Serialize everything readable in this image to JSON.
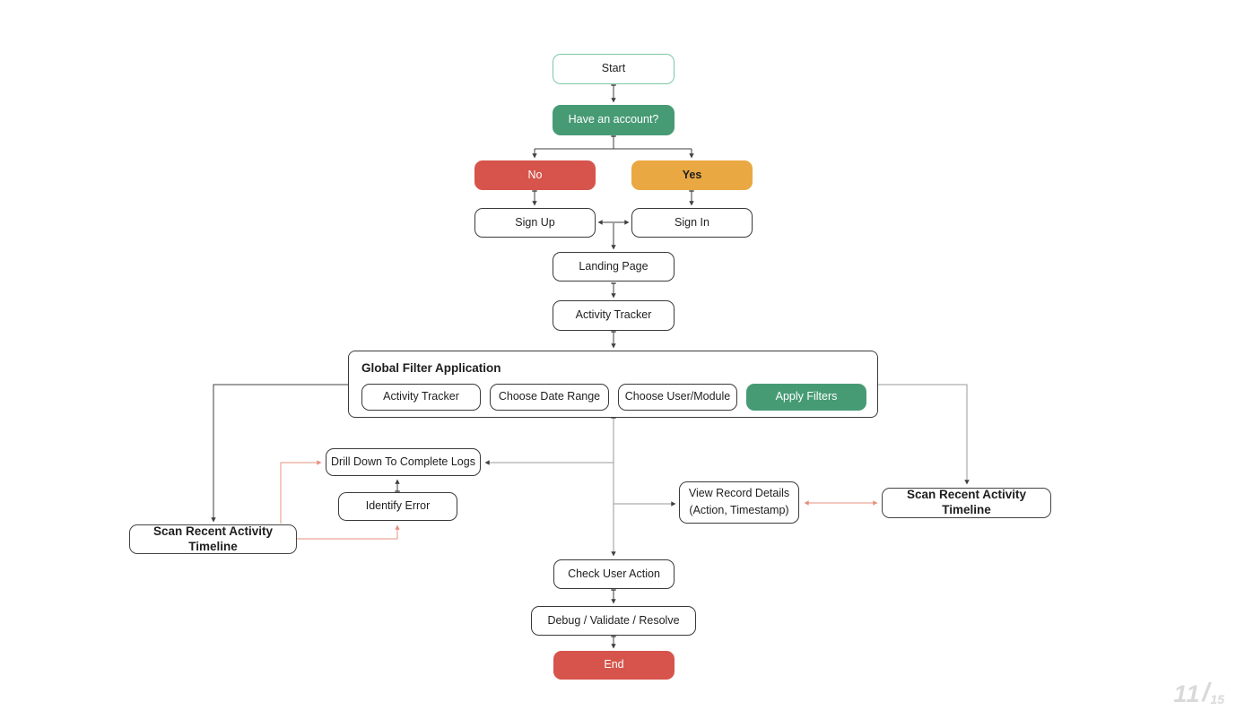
{
  "page_indicator": {
    "current": "11",
    "separator": "/",
    "total": "15"
  },
  "colors": {
    "green": "#479b74",
    "red": "#d6544b",
    "orange": "#eaa842",
    "start_border": "#7fc7a6",
    "line": "#3f3f3f",
    "line_light": "#9a9a9a",
    "line_red": "#e5917f",
    "page_number": "#d9d9d9",
    "text_dark": "#1e1e1e"
  },
  "nodes": {
    "start": {
      "label": "Start"
    },
    "have_account": {
      "label": "Have an account?"
    },
    "no": {
      "label": "No"
    },
    "yes": {
      "label": "Yes"
    },
    "sign_up": {
      "label": "Sign Up"
    },
    "sign_in": {
      "label": "Sign In"
    },
    "landing_page": {
      "label": "Landing Page"
    },
    "activity_tracker": {
      "label": "Activity Tracker"
    },
    "global_filter": {
      "title": "Global Filter Application",
      "steps": [
        {
          "label": "Activity Tracker"
        },
        {
          "label": "Choose Date Range"
        },
        {
          "label": "Choose User/Module"
        },
        {
          "label": "Apply Filters"
        }
      ]
    },
    "drill_down": {
      "label": "Drill Down To Complete Logs"
    },
    "identify_error": {
      "label": "Identify Error"
    },
    "scan_timeline_left": {
      "label": "Scan Recent Activity Timeline"
    },
    "view_record_details": {
      "line1": "View Record Details",
      "line2": "(Action, Timestamp)"
    },
    "scan_timeline_right": {
      "label": "Scan Recent Activity Timeline"
    },
    "check_user_action": {
      "label": "Check User Action"
    },
    "debug_validate_resolve": {
      "label": "Debug / Validate / Resolve"
    },
    "end": {
      "label": "End"
    }
  }
}
